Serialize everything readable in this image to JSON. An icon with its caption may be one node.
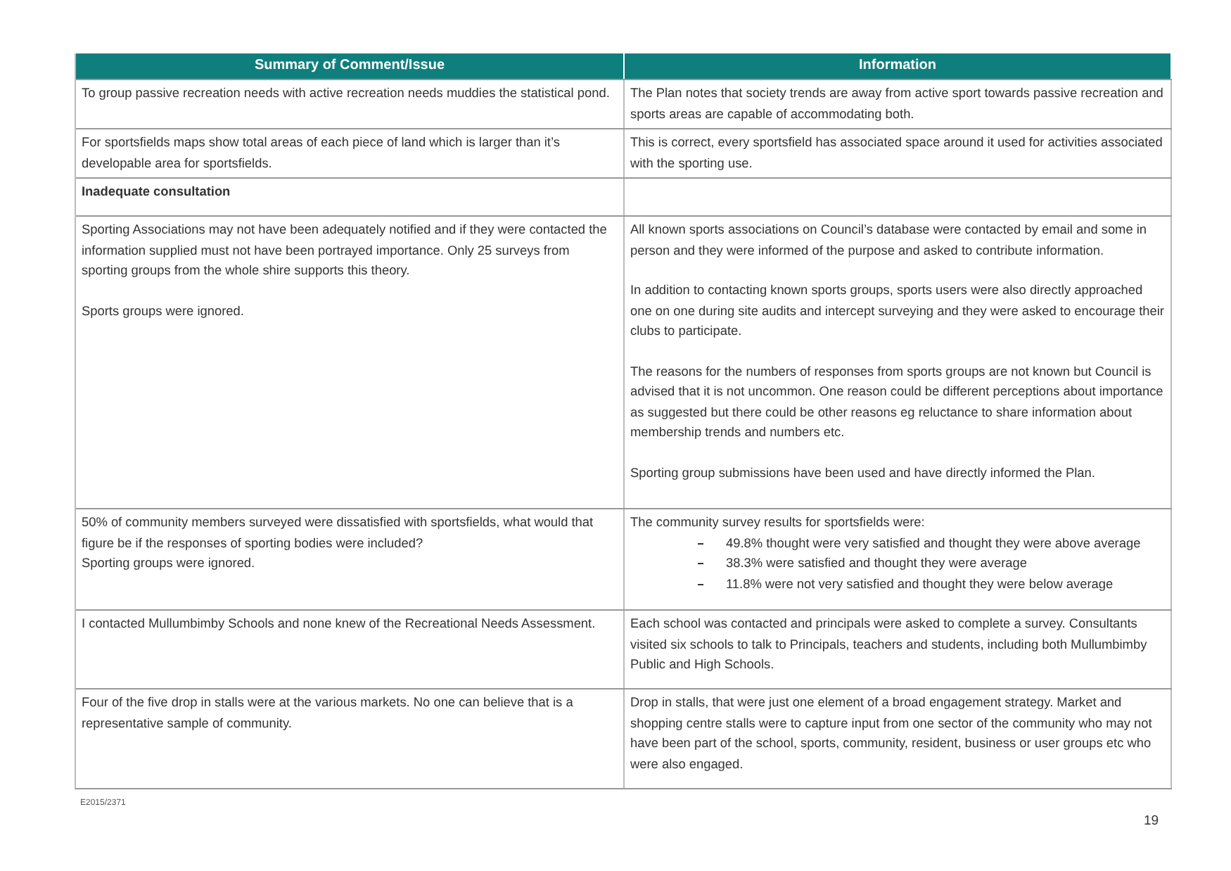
{
  "diagram": {
    "labels": [
      "Summary of Comment/Issue",
      "Information",
      "To group passive recreation needs with active recreation needs muddies the statistical pond.",
      "The Plan notes that society trends are away from active sport towards passive recreation and sports areas are capable of accommodating both.",
      "For sportsfields maps show total areas of each piece of land which is larger than it’s developable area for sportsfields.",
      "This is correct, every sportsfield has associated space around it used for activities associated with the sporting use.",
      "Inadequate consultation",
      "Sporting Associations may not have been adequately notified and if they were contacted the information supplied must not have been portrayed importance. Only 25 surveys from sporting groups from the whole shire supports this theory.",
      "Sports groups were ignored.",
      "All known sports associations on Council’s database were contacted by email and some in person and they were informed of the purpose and asked to contribute information.",
      "In addition to contacting known sports groups, sports users were also directly approached one on one during site audits and intercept surveying and they were asked to encourage their clubs to participate.",
      "The reasons for the numbers of responses from sports groups are not known but Council is advised that it is not uncommon. One reason could be different perceptions about importance as suggested but there could be other reasons eg reluctance to share information about membership trends and numbers etc.",
      "Sporting group submissions have been used and have directly informed the Plan.",
      "50% of community members surveyed were dissatisfied with sportsfields, what would that figure be if the responses of sporting bodies were included?",
      "Sporting groups were ignored.",
      "The community survey results for sportsfields were:",
      "49.8% thought were very satisfied and thought they were above average",
      "38.3% were satisfied and thought they were average",
      "11.8% were not very satisfied and thought they were below average",
      "I contacted Mullumbimby Schools and none knew of the Recreational Needs Assessment.",
      "Each school was contacted and principals were asked to complete a survey. Consultants visited six schools to talk to Principals, teachers and students, including both Mullumbimby Public and High Schools.",
      "Four of the five drop in stalls were at the various markets. No one can believe that is a representative sample of community.",
      "Drop in stalls, that were just one element of a broad engagement strategy. Market and shopping centre stalls were to capture input from one sector of the community who may not have been part of the school, sports, community, resident, business or user groups etc who were also engaged.",
      "E2015/2371",
      "19"
    ]
  }
}
